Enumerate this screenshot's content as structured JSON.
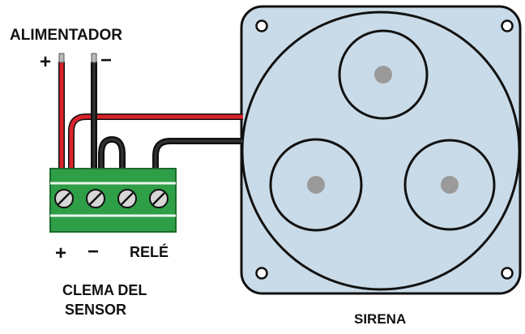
{
  "labels": {
    "power_supply": "ALIMENTADOR",
    "supply_plus": "+",
    "supply_minus": "−",
    "terminal_plus": "+",
    "terminal_minus": "−",
    "terminal_relay": "RELÉ",
    "sensor_block_line1": "CLEMA DEL",
    "sensor_block_line2": "SENSOR",
    "siren": "SIRENA"
  },
  "colors": {
    "wire_positive": "#d9232d",
    "wire_negative": "#1a1a1a",
    "terminal_block": "#2e9e47",
    "siren_body": "#c9dbe8",
    "siren_center": "#9a9a9a"
  },
  "icons": {
    "terminal_screw": "screw-icon",
    "mount_hole": "mount-hole-icon"
  }
}
